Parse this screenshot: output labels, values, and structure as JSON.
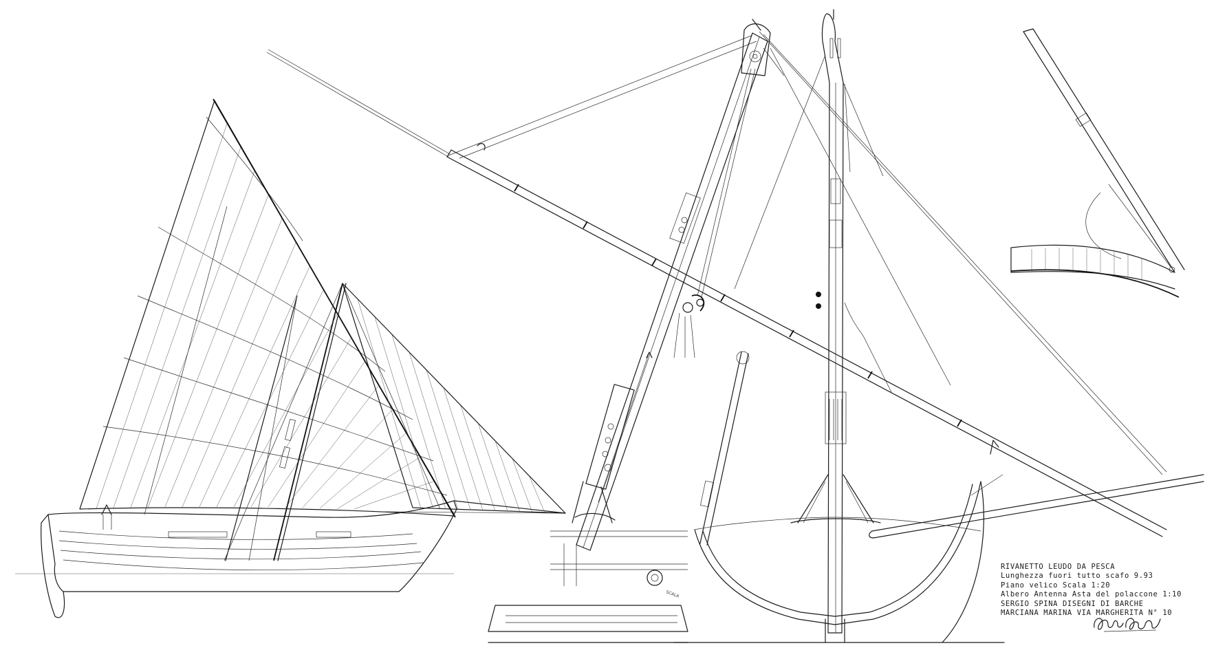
{
  "caption": {
    "lines": [
      "RIVANETTO  LEUDO DA PESCA",
      "Lunghezza fuori tutto scafo  9.93",
      "Piano velico   Scala  1:20",
      "Albero  Antenna  Asta del polaccone  1:10",
      "SERGIO SPINA  DISEGNI  DI  BARCHE",
      "MARCIANA MARINA  VIA MARGHERITA N° 10"
    ],
    "signature": "Sergio Spina"
  },
  "labels": {
    "block_tag": "SCALA"
  }
}
